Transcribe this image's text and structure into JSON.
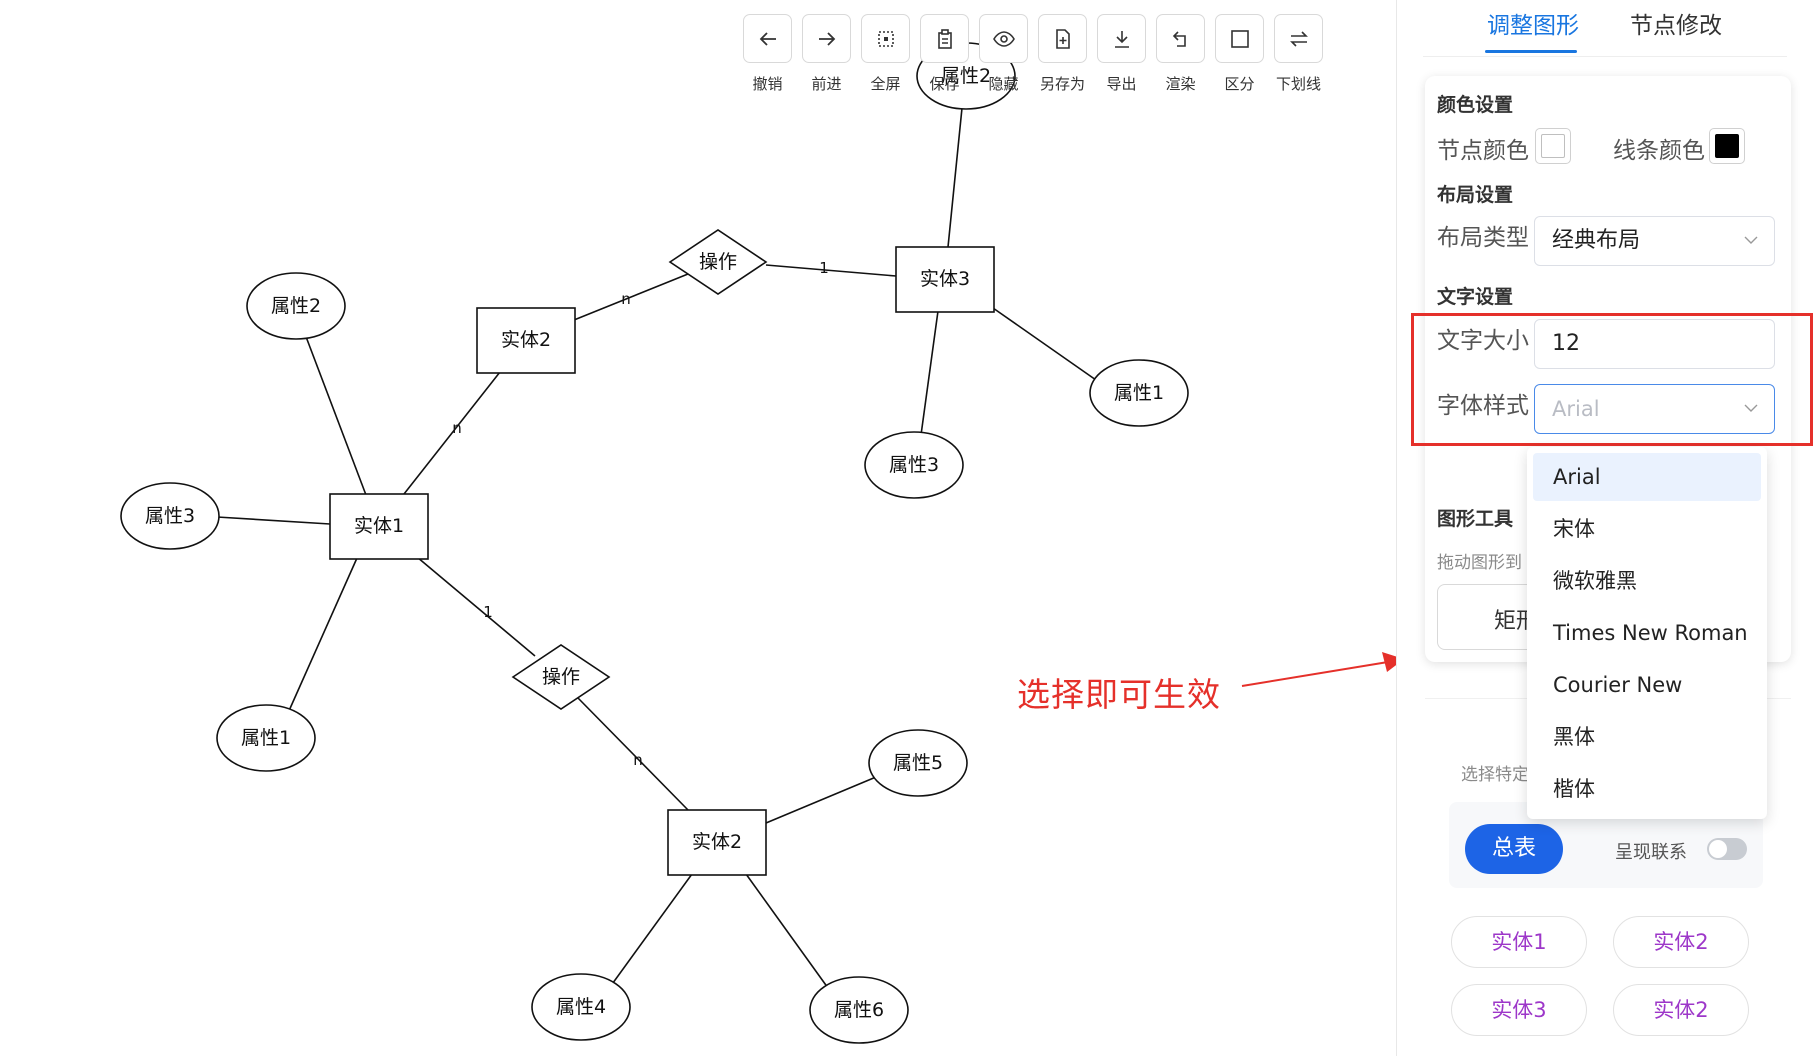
{
  "toolbar": {
    "items": [
      {
        "name": "undo",
        "label": "撤销",
        "icon": "arrow-left-icon"
      },
      {
        "name": "redo",
        "label": "前进",
        "icon": "arrow-right-icon"
      },
      {
        "name": "fullscreen",
        "label": "全屏",
        "icon": "fullscreen-icon"
      },
      {
        "name": "save",
        "label": "保存",
        "icon": "clipboard-icon"
      },
      {
        "name": "hide",
        "label": "隐藏",
        "icon": "eye-icon"
      },
      {
        "name": "save-as",
        "label": "另存为",
        "icon": "file-add-icon"
      },
      {
        "name": "export",
        "label": "导出",
        "icon": "download-icon"
      },
      {
        "name": "render",
        "label": "渲染",
        "icon": "return-icon"
      },
      {
        "name": "distinguish",
        "label": "区分",
        "icon": "square-icon"
      },
      {
        "name": "underline",
        "label": "下划线",
        "icon": "swap-icon"
      }
    ]
  },
  "diagram": {
    "entities": {
      "e1": "实体1",
      "e2a": "实体2",
      "e3": "实体3",
      "e2b": "实体2"
    },
    "relations": {
      "r1": "操作",
      "r2": "操作"
    },
    "attributes": {
      "a_e1_2": "属性2",
      "a_e1_3": "属性3",
      "a_e1_1": "属性1",
      "a_e3_2": "属性2",
      "a_e3_1": "属性1",
      "a_e3_3": "属性3",
      "a_e2_5": "属性5",
      "a_e2_4": "属性4",
      "a_e2_6": "属性6"
    },
    "cardinalities": {
      "c1": "1",
      "c2": "n",
      "c3": "n",
      "c4": "1",
      "c5": "n"
    }
  },
  "annotation": {
    "text": "选择即可生效",
    "color": "#e5302a"
  },
  "panel": {
    "tabs": [
      {
        "label": "调整图形",
        "active": true
      },
      {
        "label": "节点修改",
        "active": false
      }
    ],
    "color_section": {
      "title": "颜色设置",
      "node_color_label": "节点颜色",
      "node_color": "#ffffff",
      "line_color_label": "线条颜色",
      "line_color": "#000000"
    },
    "layout_section": {
      "title": "布局设置",
      "layout_type_label": "布局类型",
      "layout_type_value": "经典布局"
    },
    "text_section": {
      "title": "文字设置",
      "font_size_label": "文字大小",
      "font_size_value": "12",
      "font_style_label": "字体样式",
      "font_style_placeholder": "Arial"
    },
    "shape_tools": {
      "title": "图形工具",
      "hint": "拖动图形到",
      "rect_label": "矩形"
    },
    "select_hint": "选择特定",
    "primary_button": "总表",
    "relation_toggle": {
      "label": "呈现联系",
      "on": false
    },
    "entity_chips": [
      "实体1",
      "实体2",
      "实体3",
      "实体2"
    ],
    "accent": "#1976e0"
  },
  "font_dropdown": {
    "options": [
      "Arial",
      "宋体",
      "微软雅黑",
      "Times New Roman",
      "Courier New",
      "黑体",
      "楷体"
    ],
    "selected": "Arial"
  }
}
